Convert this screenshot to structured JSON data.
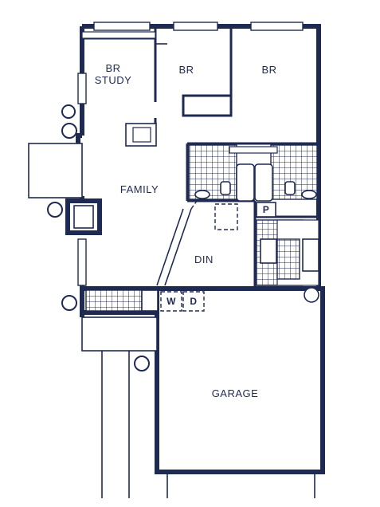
{
  "rooms": {
    "br_study": "BR\nSTUDY",
    "br_middle": "BR",
    "br_right": "BR",
    "family": "FAMILY",
    "dining": "DIN",
    "garage": "GARAGE",
    "pantry": "P",
    "washer": "W",
    "dryer": "D"
  },
  "colors": {
    "ink": "#1f2a52",
    "paper": "#ffffff"
  }
}
